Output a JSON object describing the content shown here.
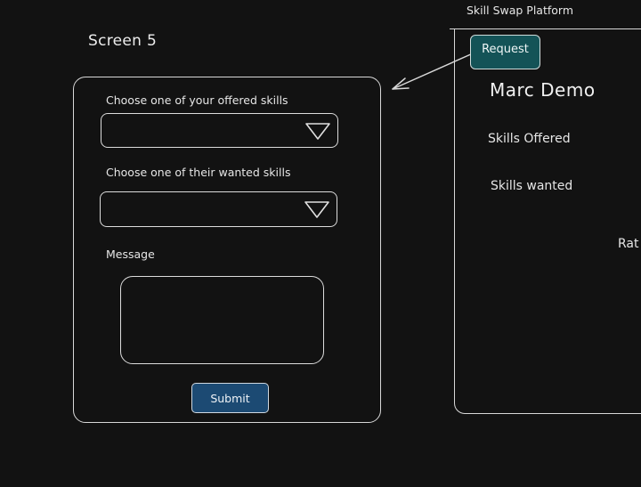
{
  "screen_label": "Screen 5",
  "request_form": {
    "offered_skill_label": "Choose one of your offered skills",
    "offered_skill_value": "",
    "wanted_skill_label": "Choose one of their wanted skills",
    "wanted_skill_value": "",
    "message_label": "Message",
    "message_value": "",
    "submit_label": "Submit",
    "submit_color": "#1c4a73"
  },
  "profile_screen": {
    "platform_title": "Skill Swap Platform",
    "request_label": "Request",
    "request_color": "#145357",
    "user_name": "Marc Demo",
    "skills_offered_label": "Skills Offered",
    "skills_wanted_label": "Skills wanted",
    "rating_label": "Rat"
  },
  "icons": {
    "dropdown": "triangle-down-icon",
    "connector": "arrow-left-icon"
  }
}
